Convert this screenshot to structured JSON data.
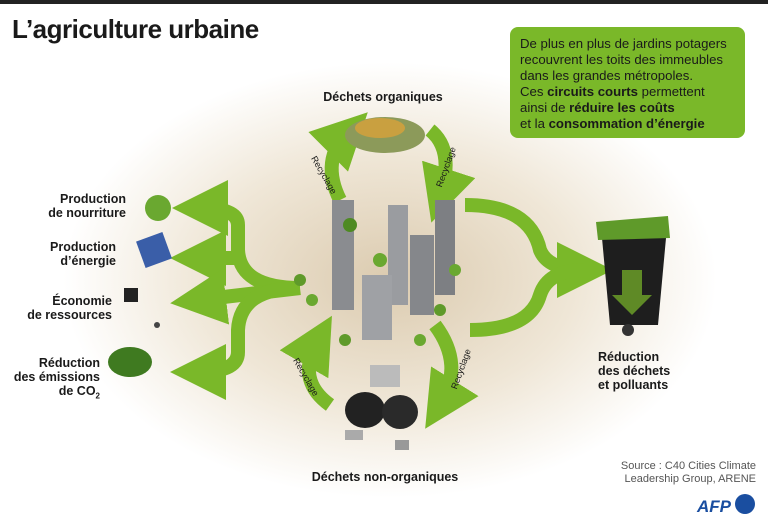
{
  "title": "L’agriculture urbaine",
  "info": {
    "l1": "De plus en plus de jardins potagers",
    "l2": "recouvrent les toits des immeubles",
    "l3": "dans les grandes métropoles.",
    "l4a": "Ces ",
    "l4b": "circuits courts",
    "l4c": " permettent",
    "l5a": "ainsi de ",
    "l5b": "réduire les coûts",
    "l6a": "et la ",
    "l6b": "consommation d’énergie"
  },
  "top_label": "Déchets organiques",
  "bottom_label": "Déchets non-organiques",
  "recycle": "Recyclage",
  "benefits": [
    {
      "l1": "Production",
      "l2": "de nourriture"
    },
    {
      "l1": "Production",
      "l2": "d’énergie"
    },
    {
      "l1": "Économie",
      "l2": "de ressources"
    },
    {
      "l1": "Réduction",
      "l2": "des émissions",
      "l3": "de CO",
      "sub": "2"
    }
  ],
  "right_label": {
    "l1": "Réduction",
    "l2": "des déchets",
    "l3": "et polluants"
  },
  "source": {
    "l1": "Source : C40 Cities Climate",
    "l2": "Leadership Group, ARENE"
  },
  "logo": "AFP",
  "colors": {
    "green": "#7ab829",
    "dark": "#1a1a1a",
    "afp": "#1a4ea0"
  }
}
